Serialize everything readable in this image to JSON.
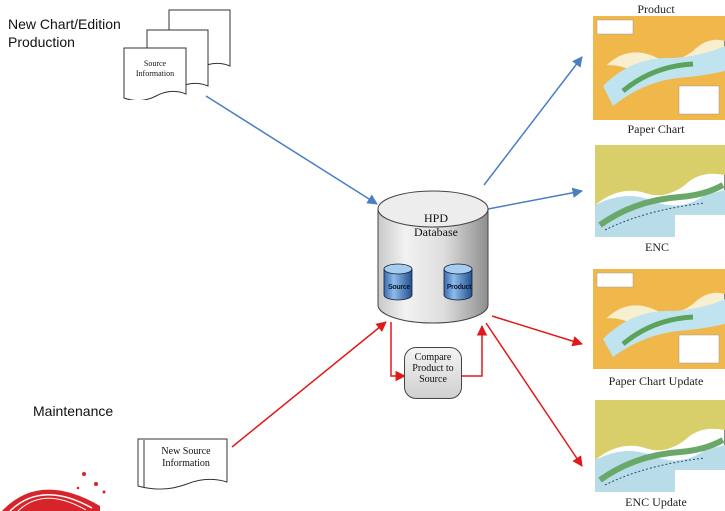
{
  "labels": {
    "new_chart": "New Chart/Edition Production",
    "maintenance": "Maintenance"
  },
  "source_info": {
    "text": "Source Information"
  },
  "new_source_info": {
    "text": "New Source Information"
  },
  "database": {
    "title": "HPD Database",
    "left_cylinder": "Source",
    "right_cylinder": "Product"
  },
  "compare": {
    "text": "Compare Product to Source"
  },
  "products": {
    "header": "Product",
    "items": [
      {
        "caption": "Paper Chart",
        "arrow_color": "#4a7fc1"
      },
      {
        "caption": "ENC",
        "arrow_color": "#4a7fc1"
      },
      {
        "caption": "Paper Chart Update",
        "arrow_color": "#e0191b"
      },
      {
        "caption": "ENC Update",
        "arrow_color": "#e0191b"
      }
    ]
  },
  "colors": {
    "blue_arrow": "#4a7fc1",
    "red_arrow": "#e0191b"
  }
}
